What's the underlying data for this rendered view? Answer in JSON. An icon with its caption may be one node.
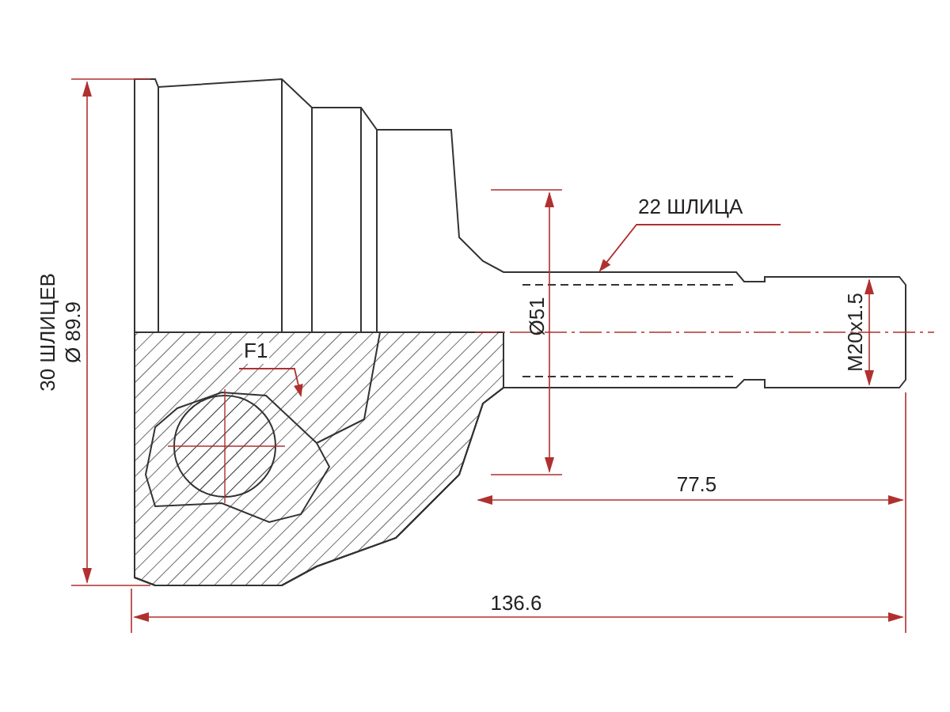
{
  "diagram": {
    "nodes": [
      {
        "text": [
          "22 ШЛИЦА"
        ]
      },
      {
        "text": [
          "F1"
        ]
      }
    ],
    "edges": [
      {
        "from": 0,
        "to": null,
        "arrow": "to"
      },
      {
        "from": 1,
        "to": null,
        "arrow": "to"
      }
    ],
    "labels": [
      "30 ШЛИЦЕВ",
      "Ø 89.9",
      "Ø51",
      "M20x1.5",
      "77.5",
      "136.6"
    ]
  }
}
